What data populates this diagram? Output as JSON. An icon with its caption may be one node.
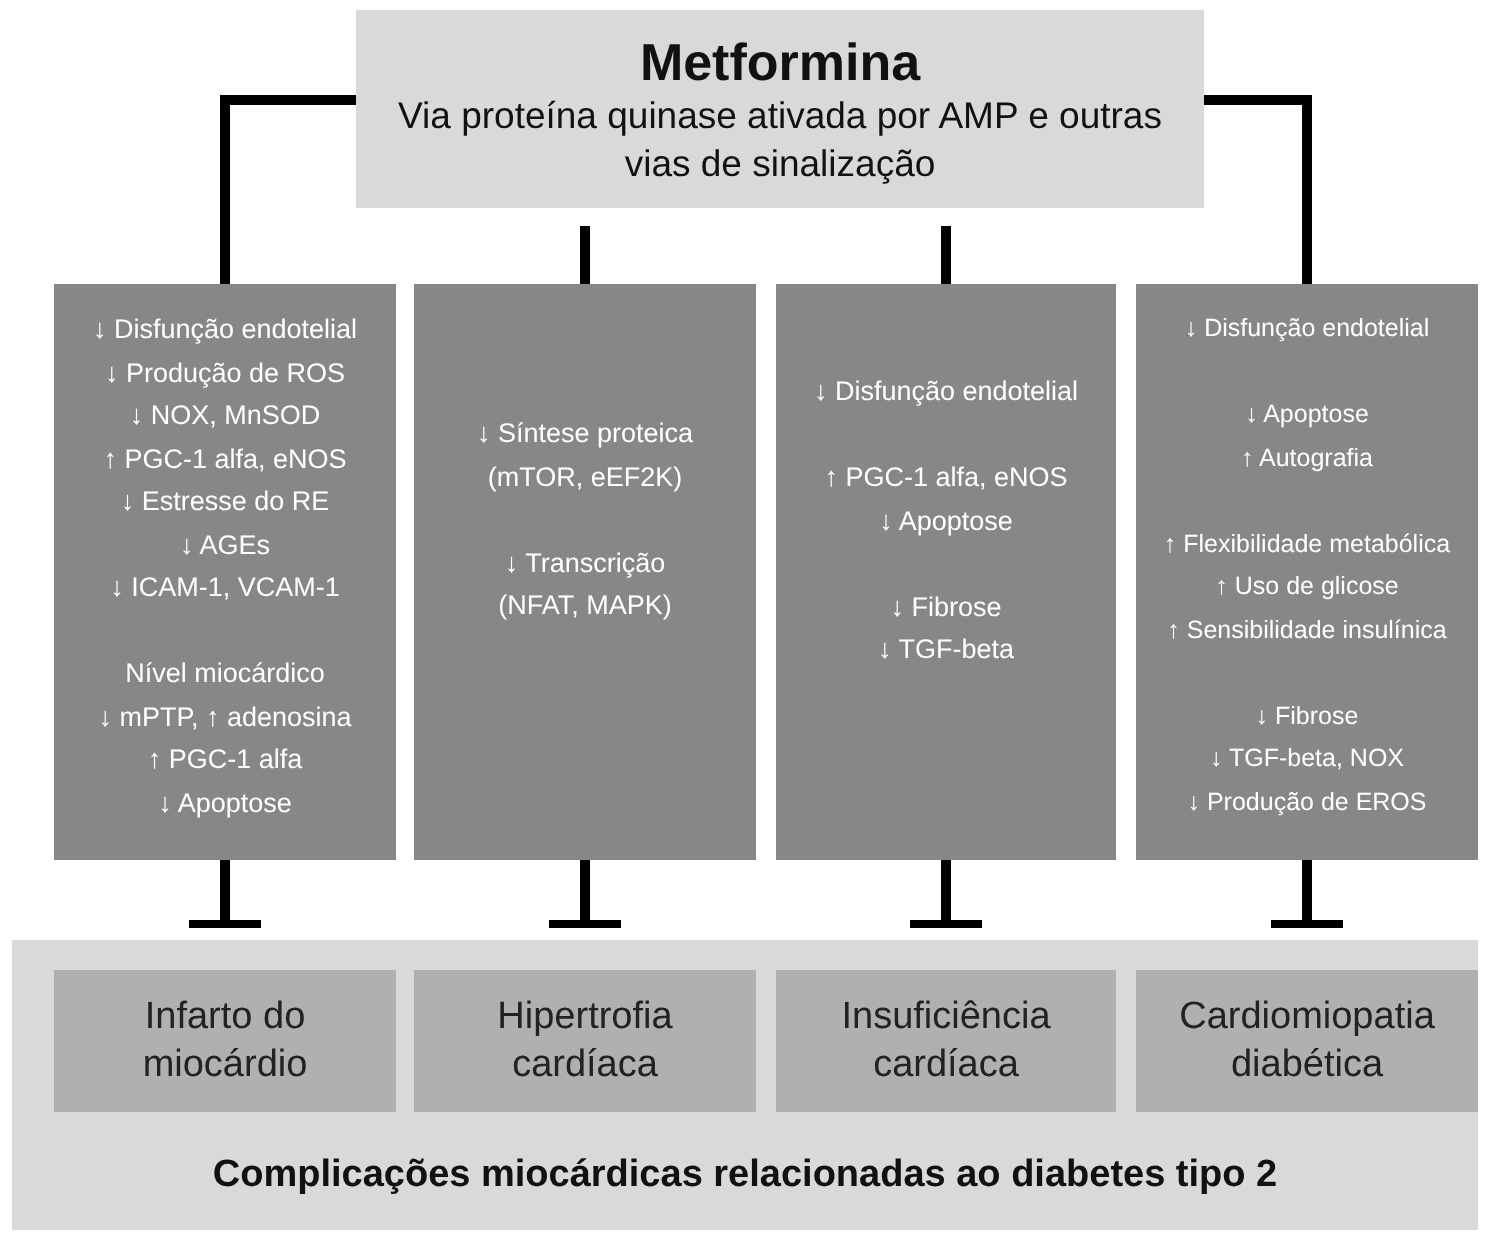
{
  "diagram": {
    "nodes": [
      {
        "text": [
          "Metformina",
          "Via proteína quinase ativada por AMP e outras vias de sinalização"
        ]
      },
      {
        "text": [
          "↓ Disfunção endotelial",
          "↓ Produção de ROS",
          "↓ NOX, MnSOD",
          "↑ PGC-1 alfa, eNOS",
          "↓ Estresse do RE",
          "↓ AGEs",
          "↓ ICAM-1, VCAM-1",
          "Nível miocárdico",
          "↓ mPTP, ↑ adenosina",
          "↑ PGC-1 alfa",
          "↓ Apoptose"
        ]
      },
      {
        "text": [
          "↓ Síntese proteica",
          "(mTOR, eEF2K)",
          "↓ Transcrição",
          "(NFAT, MAPK)"
        ]
      },
      {
        "text": [
          "↓ Disfunção endotelial",
          "↑ PGC-1 alfa, eNOS",
          "↓ Apoptose",
          "↓ Fibrose",
          "↓ TGF-beta"
        ]
      },
      {
        "text": [
          "↓ Disfunção endotelial",
          "↓ Apoptose",
          "↑ Autografia",
          "↑ Flexibilidade metabólica",
          "↑ Uso de glicose",
          "↑ Sensibilidade insulínica",
          "↓ Fibrose",
          "↓ TGF-beta, NOX",
          "↓ Produção de EROS"
        ]
      },
      {
        "text": [
          "Complicações miocárdicas relacionadas ao diabetes tipo 2"
        ]
      },
      {
        "text": [
          "Infarto do miocárdio"
        ],
        "in": 5
      },
      {
        "text": [
          "Hipertrofia cardíaca"
        ],
        "in": 5
      },
      {
        "text": [
          "Insuficiência cardíaca"
        ],
        "in": 5
      },
      {
        "text": [
          "Cardiomiopatia diabética"
        ],
        "in": 5
      }
    ],
    "edges": [
      {
        "from": 0,
        "to": 1,
        "arrow": "none"
      },
      {
        "from": 0,
        "to": 2,
        "arrow": "none"
      },
      {
        "from": 0,
        "to": 3,
        "arrow": "none"
      },
      {
        "from": 0,
        "to": 4,
        "arrow": "none"
      },
      {
        "from": 1,
        "to": 6,
        "arrow": "other"
      },
      {
        "from": 2,
        "to": 7,
        "arrow": "other"
      },
      {
        "from": 3,
        "to": 8,
        "arrow": "other"
      },
      {
        "from": 4,
        "to": 9,
        "arrow": "other"
      }
    ]
  }
}
